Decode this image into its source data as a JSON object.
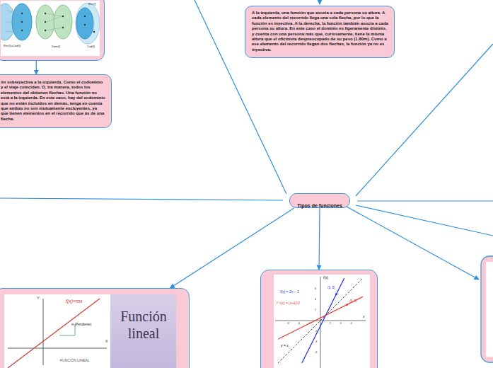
{
  "diagram": {
    "nodes": [
      {
        "text": [
          "Rec(f)=Cod(f)",
          "Dom(f)",
          "Cod(f)",
          "Rec(f)"
        ]
      },
      {
        "text": [
          "ón sobreyectiva a la izquierda. Como el codominio y el viaje coinciden. O, tra manera, todos los elementos del obtienen flechas. Una función no está a la izquierda. En este caso, hay del codominio que no están incluidos en demás, tenga en cuenta que ambas no son mutuamente excluyentes, ya que tienen elementos en el recorrido que ás de una flecha."
        ]
      },
      {
        "text": [
          "A la izquierda, una función que asocia a cada persona su altura. A cada elemento del recorrido llega una sola flecha, por lo que la función es inyectiva. A la derecha, la función también asocia a cada persona su altura. En este caso el dominio es ligeramente distinto, y cuenta con una persona más que, curiosamente, tiene la misma altura que el oficinista despreocupado de su peso (1.80m). Como a ese elemento del recorrido llegan dos flechas, la función ya no es inyectiva."
        ]
      },
      {
        "text": [
          "Tipos de funciones"
        ]
      },
      {
        "text": [
          "Función lineal",
          "Y",
          "f(x)=mx",
          "m (Pendiente)",
          "X",
          "FUNCIÓN LINEAL"
        ]
      },
      {
        "text": [
          "f(x)",
          "x",
          "f(x) = 2x − 1",
          "f⁻¹(x) = (x+1)/2",
          "(3, 5)",
          "(5, 3)",
          "y = x",
          "-6",
          "-4",
          "-2",
          "2",
          "4",
          "6",
          "6",
          "4",
          "2",
          "-2",
          "-4",
          "-6"
        ]
      }
    ],
    "edges": [
      {
        "from": 0,
        "to": 1,
        "arrow": "to"
      },
      {
        "from": 3,
        "to": 4,
        "arrow": "to"
      },
      {
        "from": 3,
        "to": 5,
        "arrow": "to"
      }
    ]
  }
}
